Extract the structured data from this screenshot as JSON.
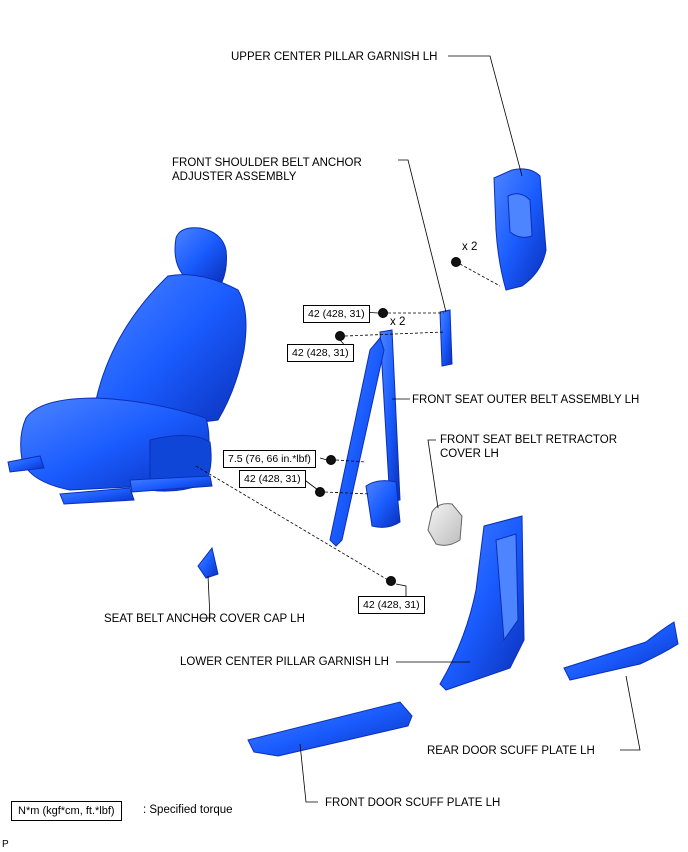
{
  "labels": {
    "upper_pillar": "UPPER CENTER PILLAR GARNISH LH",
    "shoulder_anchor_1": "FRONT SHOULDER BELT ANCHOR",
    "shoulder_anchor_2": "ADJUSTER ASSEMBLY",
    "outer_belt": "FRONT SEAT OUTER BELT ASSEMBLY LH",
    "retractor_cover_1": "FRONT SEAT BELT RETRACTOR",
    "retractor_cover_2": "COVER LH",
    "anchor_cap": "SEAT BELT ANCHOR COVER CAP LH",
    "lower_pillar": "LOWER CENTER PILLAR GARNISH LH",
    "rear_scuff": "REAR DOOR SCUFF PLATE LH",
    "front_scuff": "FRONT DOOR SCUFF PLATE LH"
  },
  "torques": {
    "t1": "42 (428, 31)",
    "t2": "42 (428, 31)",
    "t3": "7.5 (76, 66 in.*lbf)",
    "t4": "42 (428, 31)",
    "t5": "42 (428, 31)"
  },
  "counts": {
    "c1": "x 2",
    "c2": "x 2"
  },
  "legend": {
    "unit": "N*m (kgf*cm, ft.*lbf)",
    "text": ": Specified torque"
  },
  "footer": "P",
  "colors": {
    "part_fill": "#1a5cff",
    "part_dark": "#0a2fb8",
    "part_light": "#5a8cff",
    "cover_fill": "#e8e8e8"
  }
}
